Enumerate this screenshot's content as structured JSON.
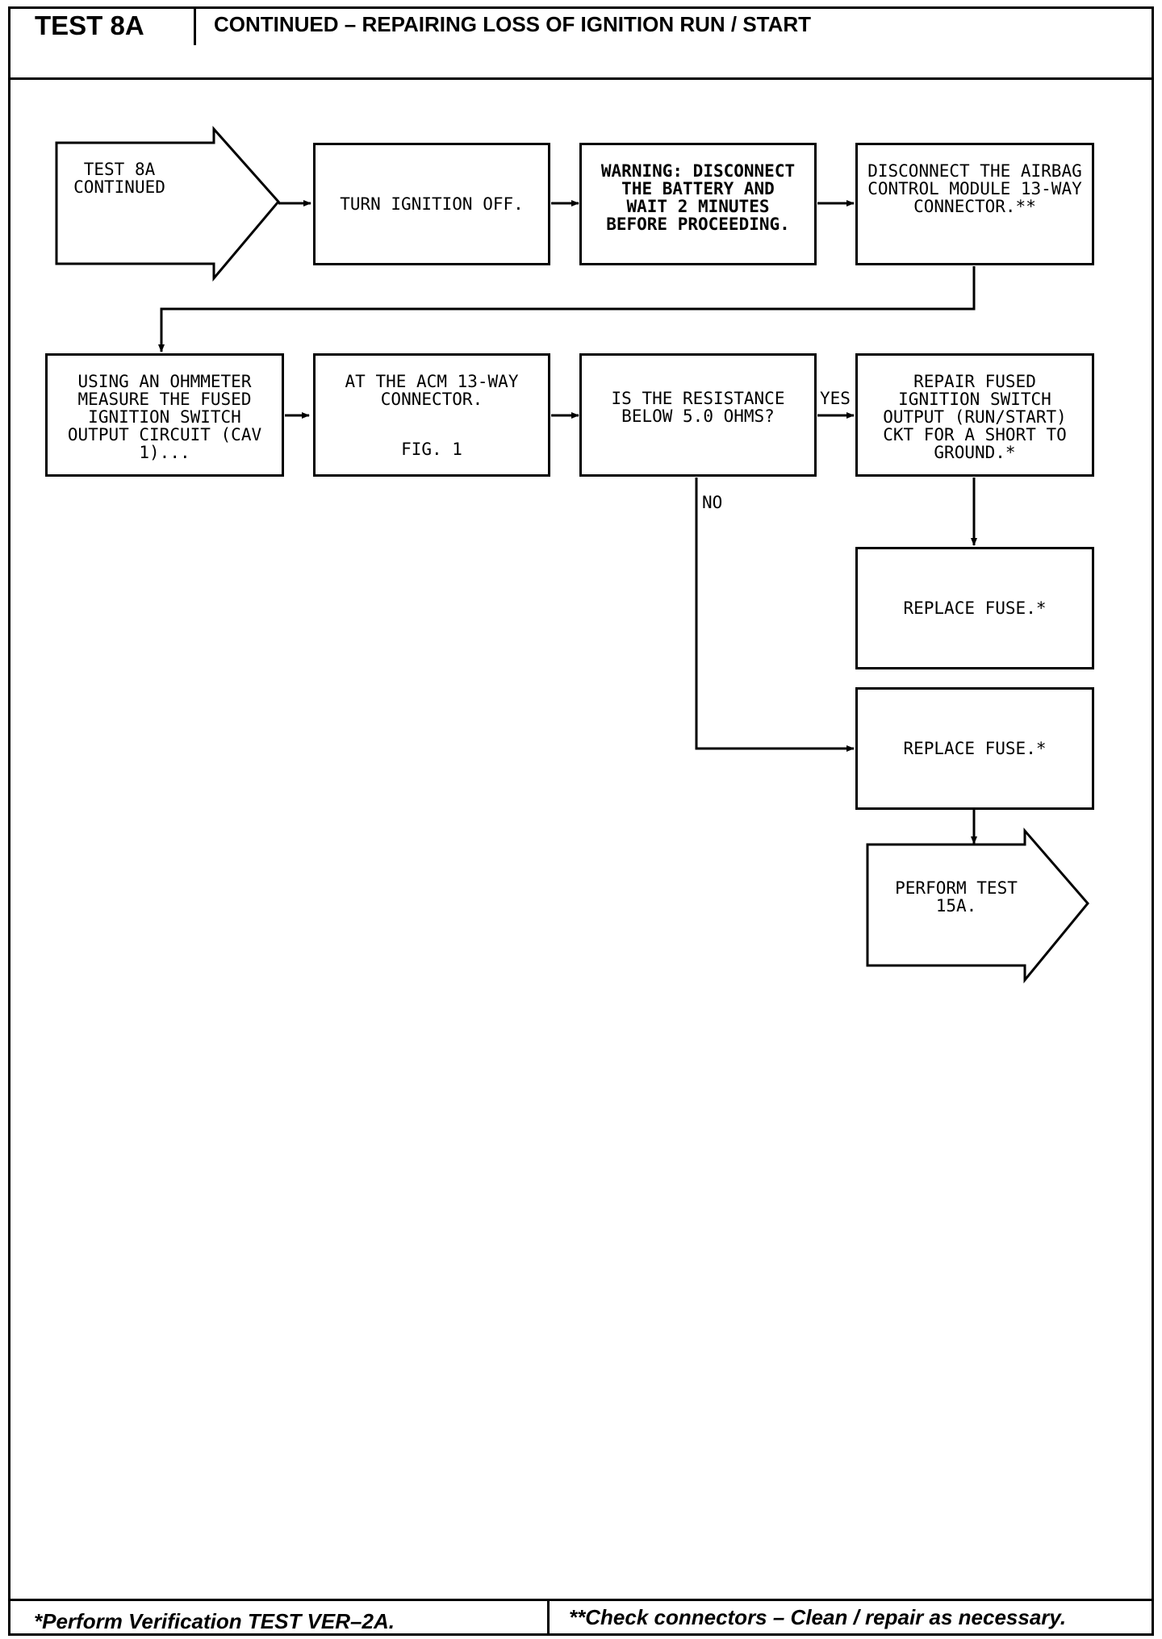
{
  "header": {
    "test_id": "TEST 8A",
    "title": "CONTINUED – REPAIRING LOSS OF IGNITION RUN / START"
  },
  "flow": {
    "start": "TEST 8A\nCONTINUED",
    "step_turn_off": "TURN IGNITION OFF.",
    "step_warning": "WARNING: DISCONNECT\nTHE BATTERY AND\nWAIT 2 MINUTES\nBEFORE PROCEEDING.",
    "step_disconnect": "DISCONNECT THE AIRBAG\nCONTROL MODULE 13-WAY\nCONNECTOR.**",
    "step_ohmmeter": "USING AN OHMMETER\nMEASURE THE FUSED\nIGNITION SWITCH\nOUTPUT CIRCUIT (CAV\n1)...",
    "step_acm": "AT THE ACM 13-WAY\nCONNECTOR.",
    "step_acm_fig": "FIG. 1",
    "decision": "IS THE RESISTANCE\nBELOW 5.0 OHMS?",
    "label_yes": "YES",
    "label_no": "NO",
    "step_repair": "REPAIR FUSED\nIGNITION SWITCH\nOUTPUT (RUN/START)\nCKT FOR A SHORT TO\nGROUND.*",
    "step_replace_1": "REPLACE FUSE.*",
    "step_replace_2": "REPLACE FUSE.*",
    "end": "PERFORM TEST\n15A."
  },
  "footer": {
    "left": "*Perform Verification TEST VER–2A.",
    "right": "**Check connectors – Clean / repair as necessary."
  }
}
